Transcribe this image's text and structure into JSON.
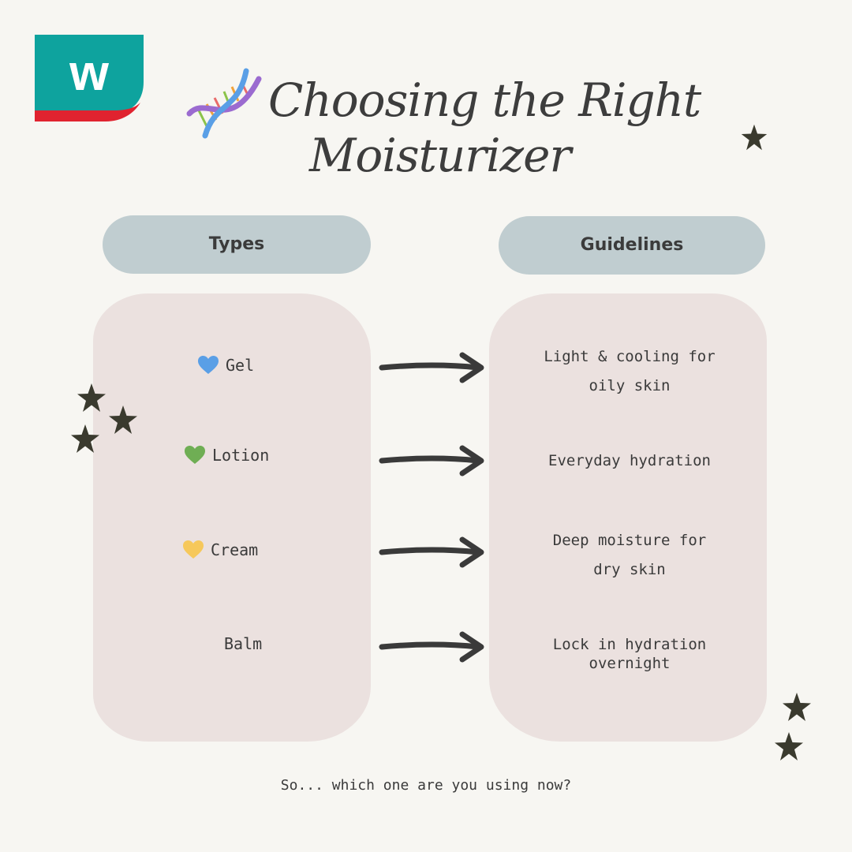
{
  "brand": {
    "logo_letter": "w",
    "colors": {
      "teal": "#0ea39e",
      "red": "#e0232f"
    }
  },
  "title": {
    "line1": "Choosing the Right",
    "line2": "Moisturizer"
  },
  "headers": {
    "types": "Types",
    "guidelines": "Guidelines"
  },
  "rows": [
    {
      "type": "Gel",
      "heart": "blue-heart-icon",
      "heart_color": "#5a9fe6",
      "guideline": "Light & cooling for\noily skin",
      "tight": false
    },
    {
      "type": "Lotion",
      "heart": "green-heart-icon",
      "heart_color": "#6fae54",
      "guideline": "Everyday hydration",
      "tight": false
    },
    {
      "type": "Cream",
      "heart": "yellow-heart-icon",
      "heart_color": "#f6c85b",
      "guideline": "Deep moisture for\ndry skin",
      "tight": false
    },
    {
      "type": "Balm",
      "heart": null,
      "heart_color": null,
      "guideline": "Lock in hydration\novernight",
      "tight": true
    }
  ],
  "footer": "So... which one are you using now?",
  "colors": {
    "background": "#f7f6f2",
    "pill": "#c0cdd0",
    "panel": "#ebe1df",
    "ink": "#3a3a3a",
    "star": "#3a3a2e"
  }
}
